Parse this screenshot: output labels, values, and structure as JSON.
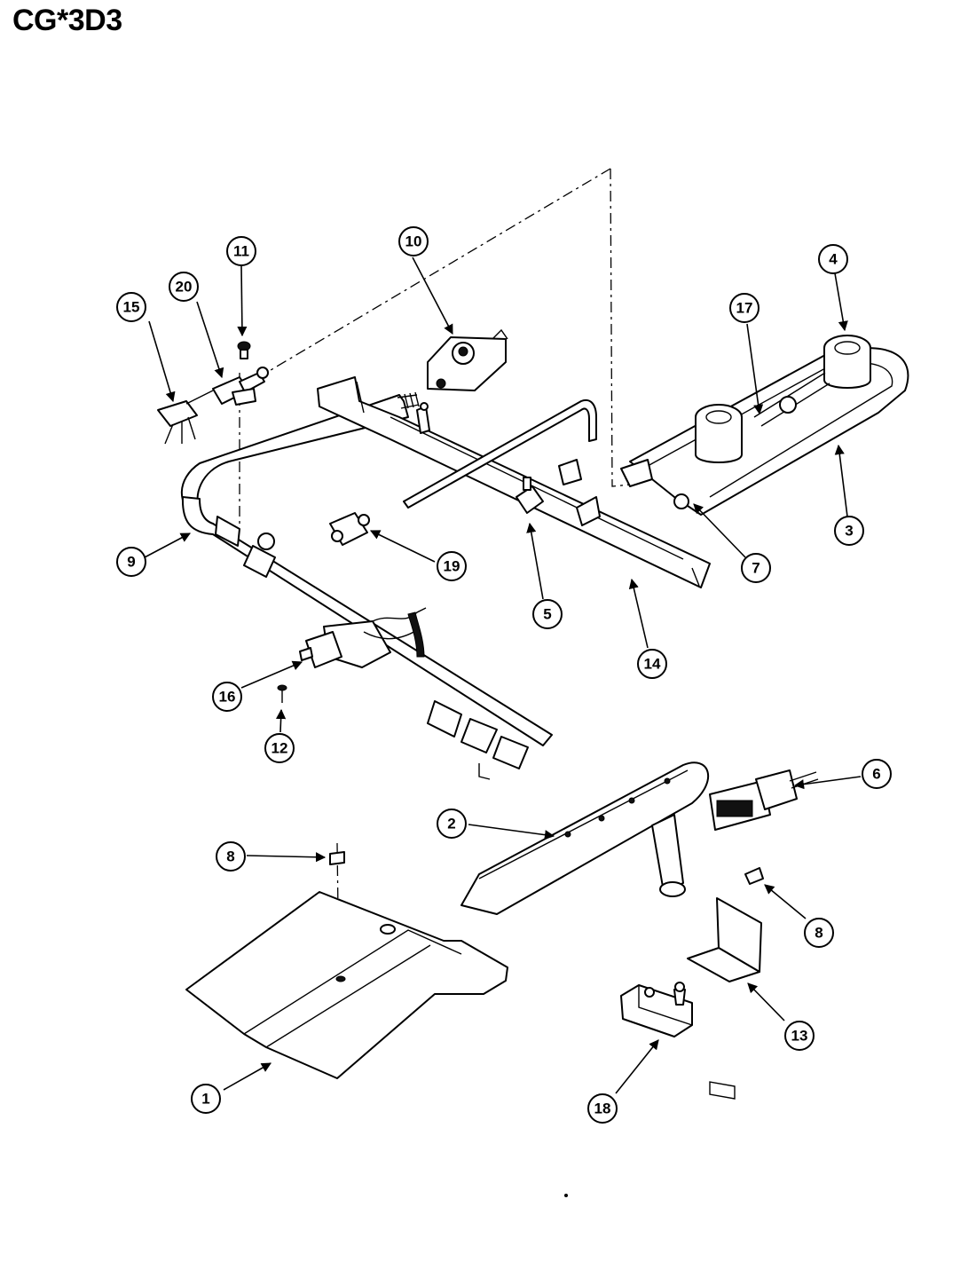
{
  "title": "CG*3D3",
  "callouts": [
    {
      "id": "callout-1",
      "label": "1"
    },
    {
      "id": "callout-2",
      "label": "2"
    },
    {
      "id": "callout-3",
      "label": "3"
    },
    {
      "id": "callout-4",
      "label": "4"
    },
    {
      "id": "callout-5",
      "label": "5"
    },
    {
      "id": "callout-6",
      "label": "6"
    },
    {
      "id": "callout-7",
      "label": "7"
    },
    {
      "id": "callout-8a",
      "label": "8"
    },
    {
      "id": "callout-8b",
      "label": "8"
    },
    {
      "id": "callout-9",
      "label": "9"
    },
    {
      "id": "callout-10",
      "label": "10"
    },
    {
      "id": "callout-11",
      "label": "11"
    },
    {
      "id": "callout-12",
      "label": "12"
    },
    {
      "id": "callout-13",
      "label": "13"
    },
    {
      "id": "callout-14",
      "label": "14"
    },
    {
      "id": "callout-15",
      "label": "15"
    },
    {
      "id": "callout-16",
      "label": "16"
    },
    {
      "id": "callout-17",
      "label": "17"
    },
    {
      "id": "callout-18",
      "label": "18"
    },
    {
      "id": "callout-19",
      "label": "19"
    },
    {
      "id": "callout-20",
      "label": "20"
    }
  ]
}
